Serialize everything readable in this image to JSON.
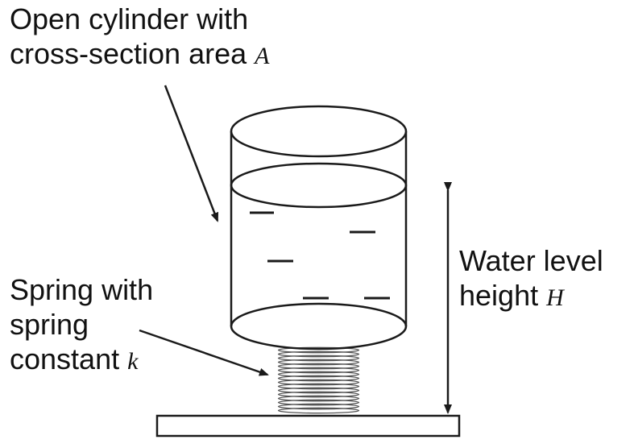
{
  "cylinder_label": {
    "line1": "Open cylinder with",
    "line2": "cross-section area",
    "variable": "A"
  },
  "spring_label": {
    "line1": "Spring with",
    "line2": "spring",
    "line3": "constant",
    "variable": "k"
  },
  "height_label": {
    "line1": "Water level",
    "line2": "height",
    "variable": "H"
  },
  "colors": {
    "stroke": "#1a1a1a",
    "background": "#ffffff"
  }
}
